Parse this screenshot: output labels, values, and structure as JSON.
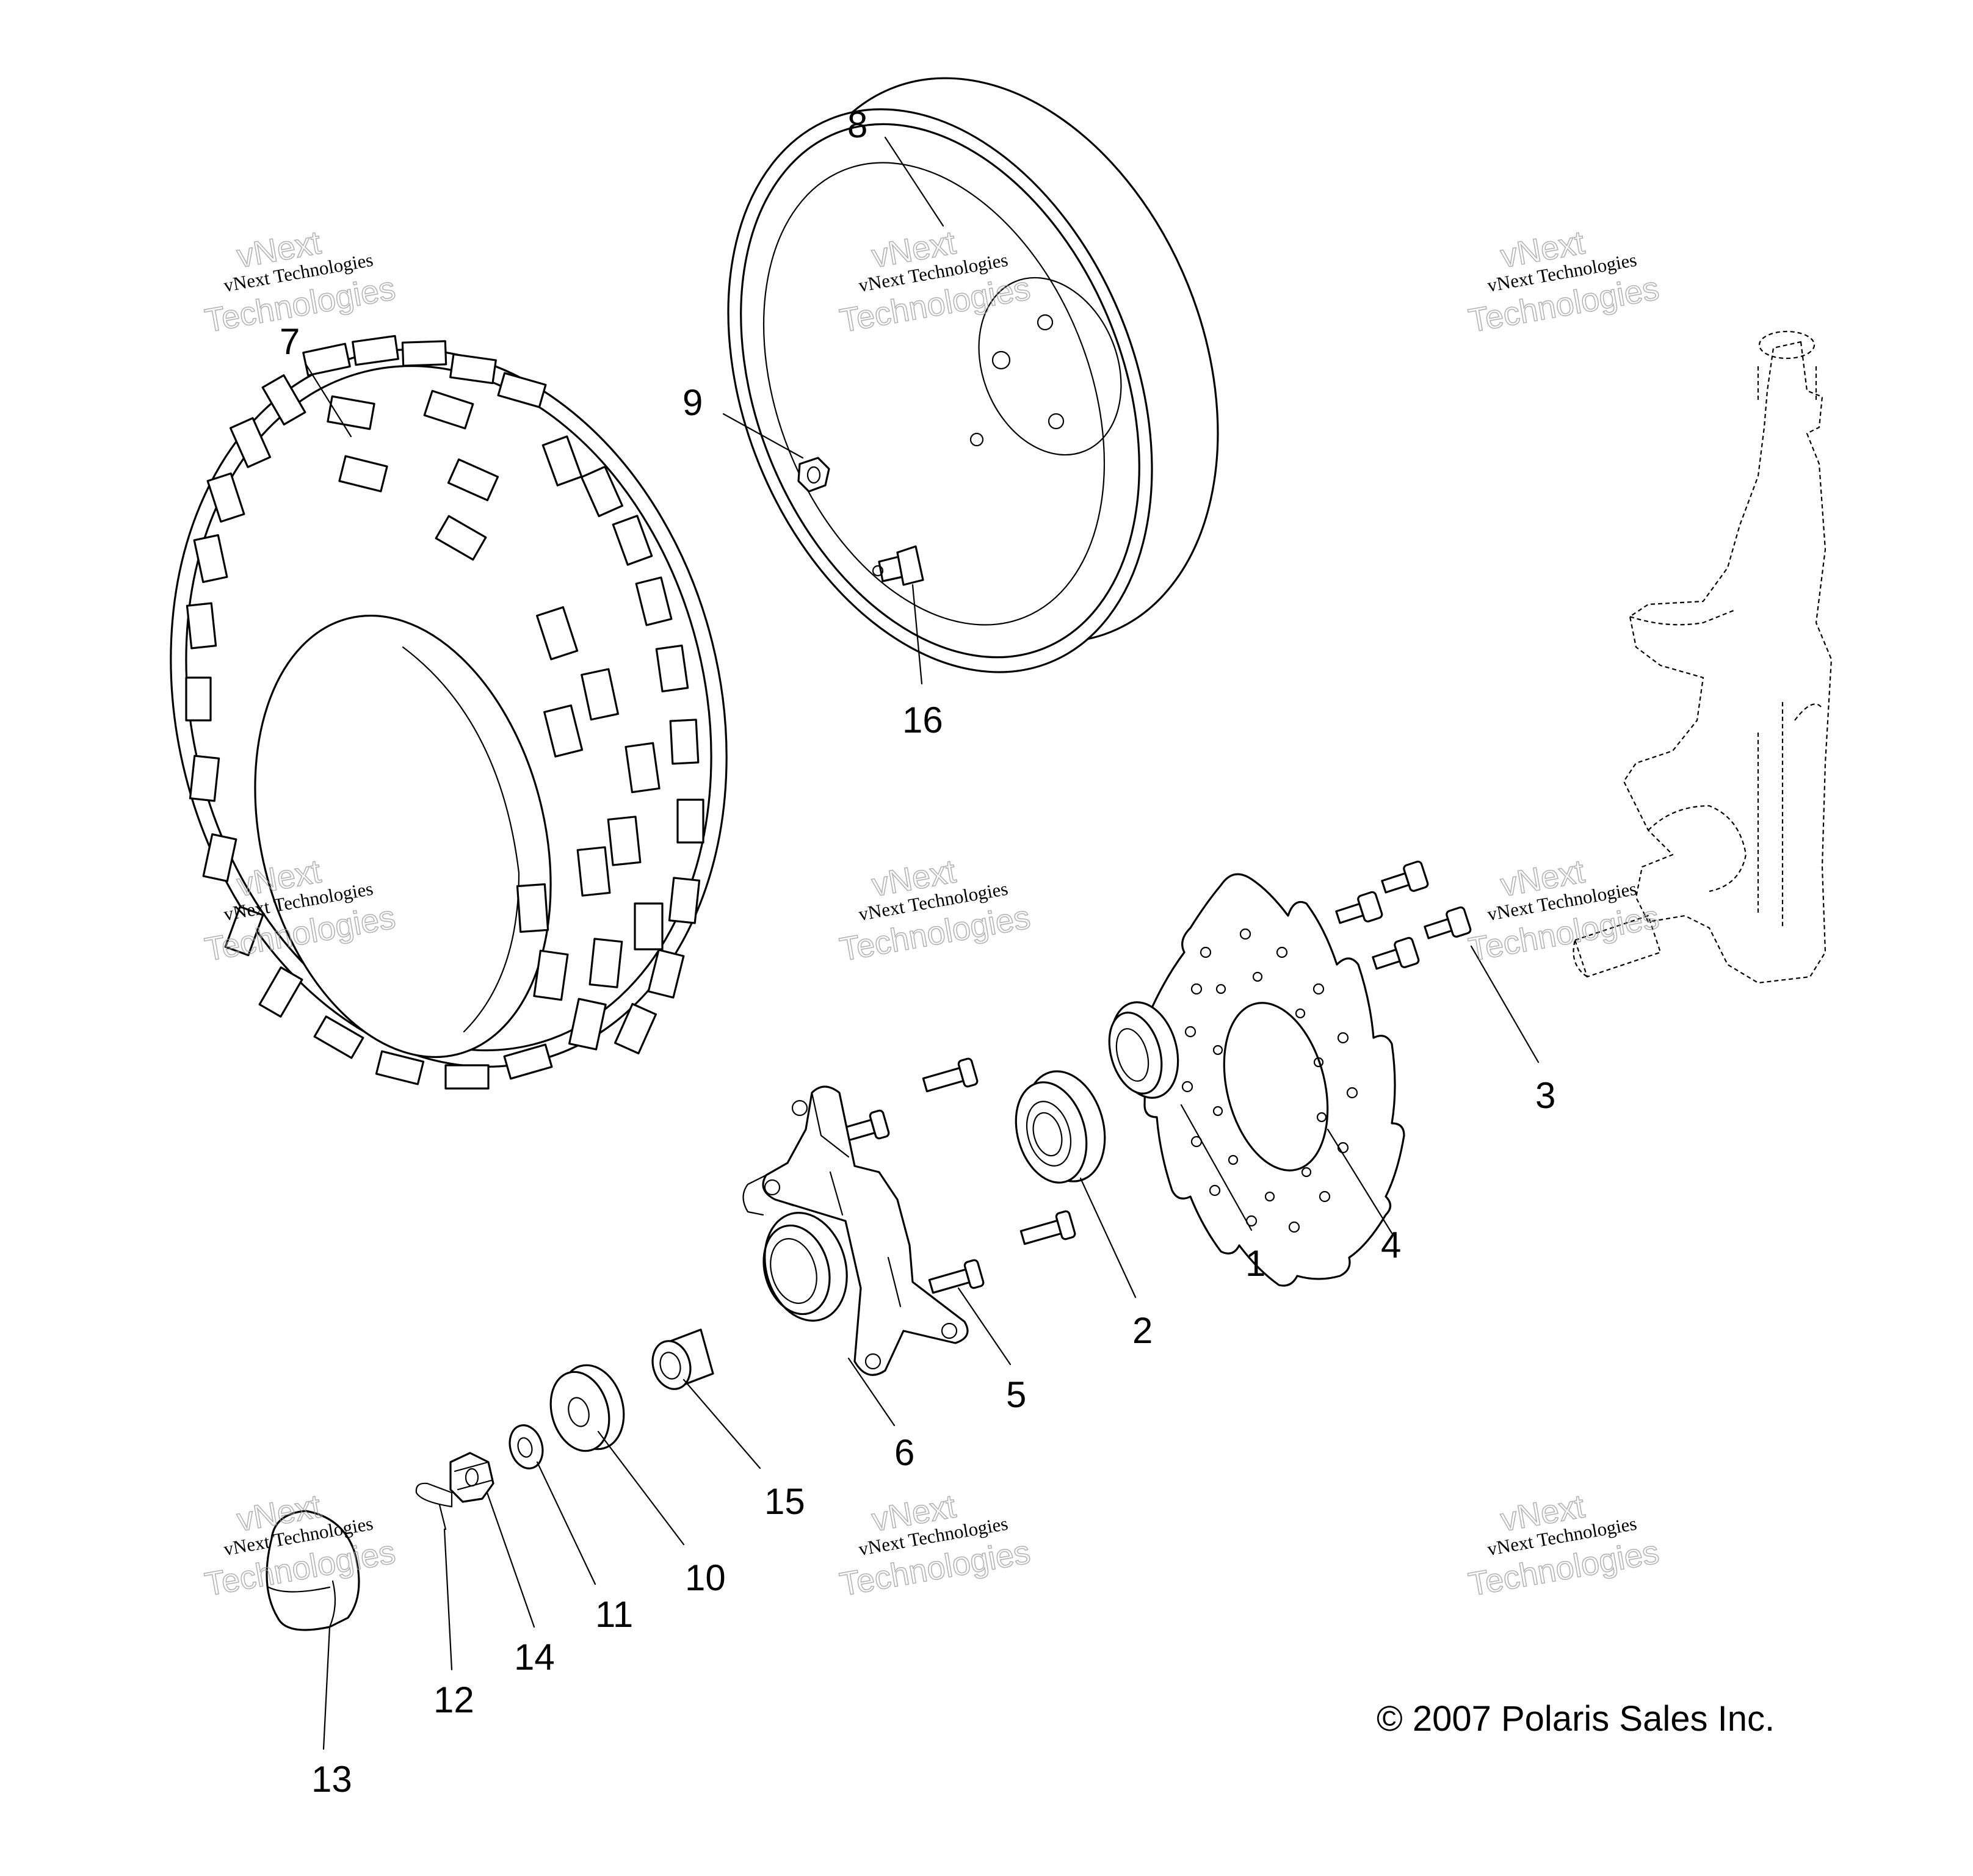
{
  "callouts": [
    "1",
    "2",
    "3",
    "4",
    "5",
    "6",
    "7",
    "8",
    "9",
    "10",
    "11",
    "12",
    "13",
    "14",
    "15",
    "16"
  ],
  "watermark": {
    "line_small": "vNext Technologies",
    "line_big_1": "vNext",
    "line_big_2": "Technologies"
  },
  "copyright": "© 2007 Polaris Sales Inc."
}
